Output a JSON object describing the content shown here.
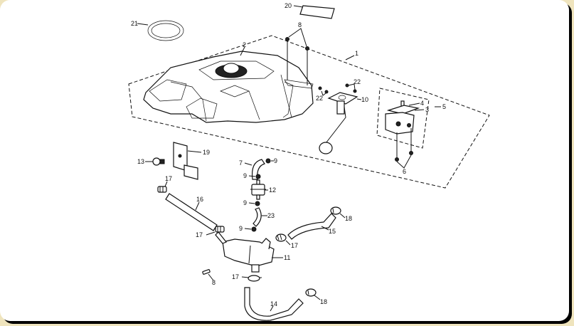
{
  "diagram": {
    "type": "exploded-parts-diagram",
    "subject": "fuel tank assembly",
    "colors": {
      "background": "#efe4bd",
      "canvas": "#ffffff",
      "ink": "#111111"
    },
    "callouts": {
      "c1": "1",
      "c2": "2",
      "c3": "3",
      "c4": "4",
      "c5": "5",
      "c6": "6",
      "c7": "7",
      "c8a": "8",
      "c8b": "8",
      "c9a": "9",
      "c9b": "9",
      "c9c": "9",
      "c9d": "9",
      "c10": "10",
      "c11": "11",
      "c12": "12",
      "c13": "13",
      "c14": "14",
      "c15": "15",
      "c16": "16",
      "c17a": "17",
      "c17b": "17",
      "c17c": "17",
      "c17d": "17",
      "c18a": "18",
      "c18b": "18",
      "c19": "19",
      "c20": "20",
      "c21": "21",
      "c22a": "22",
      "c22b": "22",
      "c23": "23"
    },
    "parts": [
      {
        "id": "1",
        "name": "fuel tank assembly (group outline)"
      },
      {
        "id": "2",
        "name": "fuel tank"
      },
      {
        "id": "3",
        "name": "petcock gasket"
      },
      {
        "id": "4",
        "name": "petcock plate"
      },
      {
        "id": "5",
        "name": "fuel valve / petcock (group outline)"
      },
      {
        "id": "6",
        "name": "screws"
      },
      {
        "id": "7",
        "name": "fuel hose"
      },
      {
        "id": "8",
        "name": "bolts"
      },
      {
        "id": "9",
        "name": "hose clips"
      },
      {
        "id": "10",
        "name": "fuel level sender"
      },
      {
        "id": "11",
        "name": "canister / reservoir"
      },
      {
        "id": "12",
        "name": "fuel filter"
      },
      {
        "id": "13",
        "name": "rubber mount"
      },
      {
        "id": "14",
        "name": "drain hose"
      },
      {
        "id": "15",
        "name": "hose"
      },
      {
        "id": "16",
        "name": "hose"
      },
      {
        "id": "17",
        "name": "hose clamps"
      },
      {
        "id": "18",
        "name": "hose clamps"
      },
      {
        "id": "19",
        "name": "bracket"
      },
      {
        "id": "20",
        "name": "pad"
      },
      {
        "id": "21",
        "name": "O-ring"
      },
      {
        "id": "22",
        "name": "screws"
      },
      {
        "id": "23",
        "name": "fuel hose"
      }
    ]
  }
}
